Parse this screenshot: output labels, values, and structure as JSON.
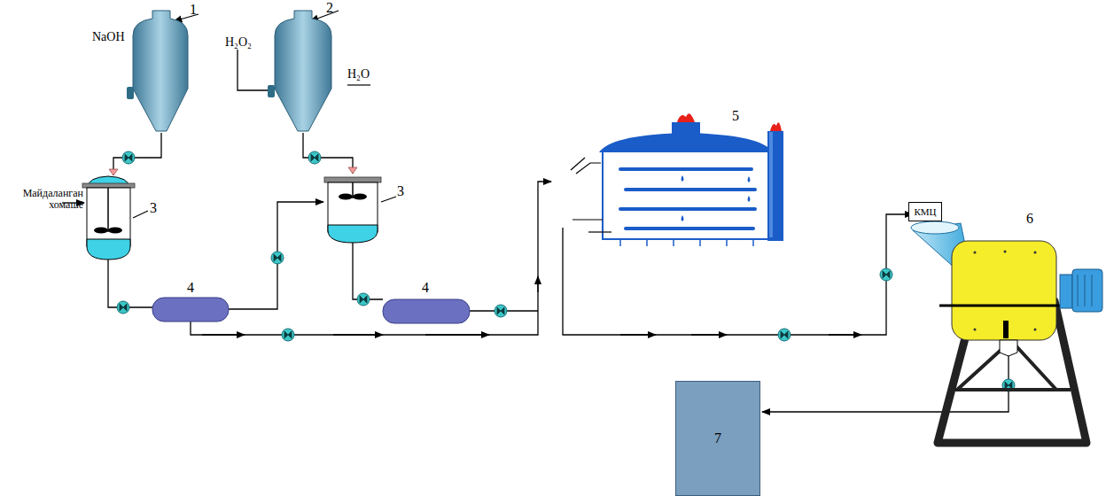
{
  "diagram": {
    "nodes": [
      {
        "text": [
          "КМЦ"
        ]
      },
      {
        "text": [
          "7"
        ]
      }
    ],
    "labels": [
      "1",
      "NaOH",
      "2",
      "H₂O₂",
      "H₂O",
      "Майдаланган хомашё",
      "3",
      "3",
      "5",
      "6",
      "4",
      "4"
    ]
  }
}
